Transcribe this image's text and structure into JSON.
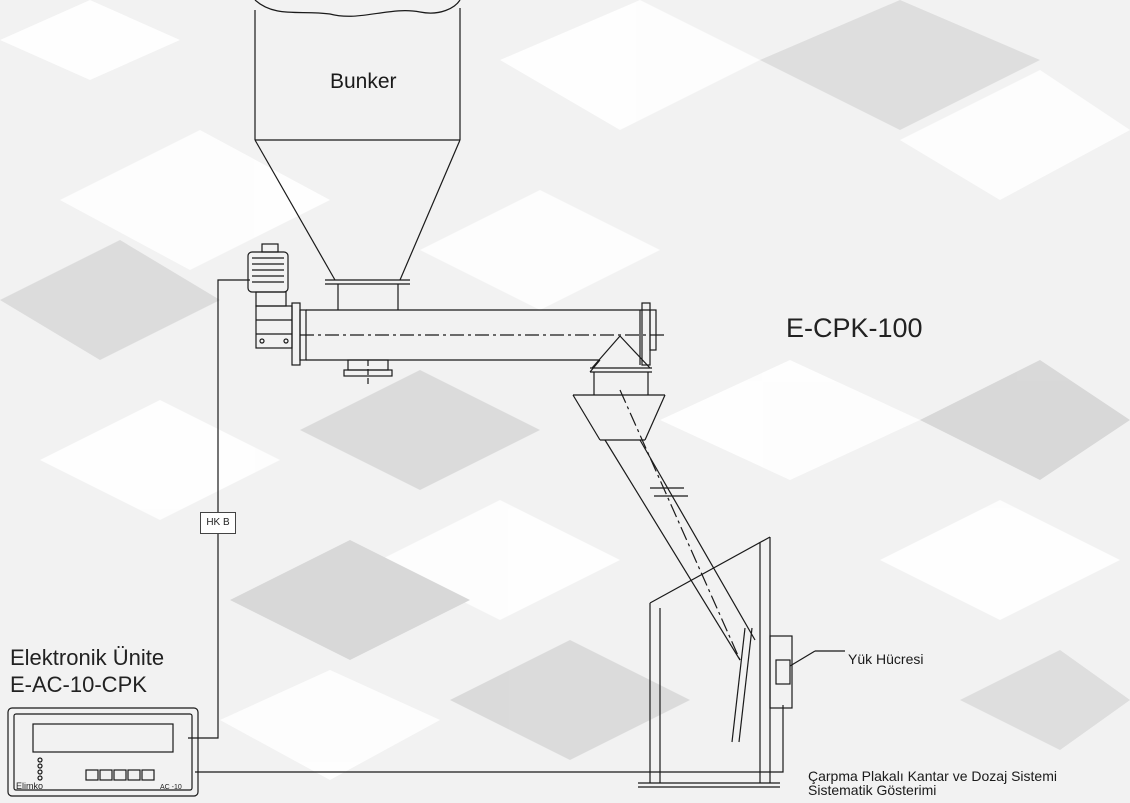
{
  "diagram": {
    "bunker_label": "Bunker",
    "model_label": "E-CPK-100",
    "cable_tag": "HK B",
    "electronic_unit": {
      "title_line1": "Elektronik Ünite",
      "title_line2": "E-AC-10-CPK",
      "brand": "Elimko",
      "model": "AC -10"
    },
    "load_cell_label": "Yük Hücresi",
    "caption_line1": "Çarpma Plakalı Kantar ve Dozaj Sistemi",
    "caption_line2": "Sistematik Gösterimi"
  },
  "colors": {
    "line": "#1a1a1a",
    "background": "#f2f2f2",
    "tile_light": "#ffffff",
    "tile_dark": "#d8d8d8"
  }
}
